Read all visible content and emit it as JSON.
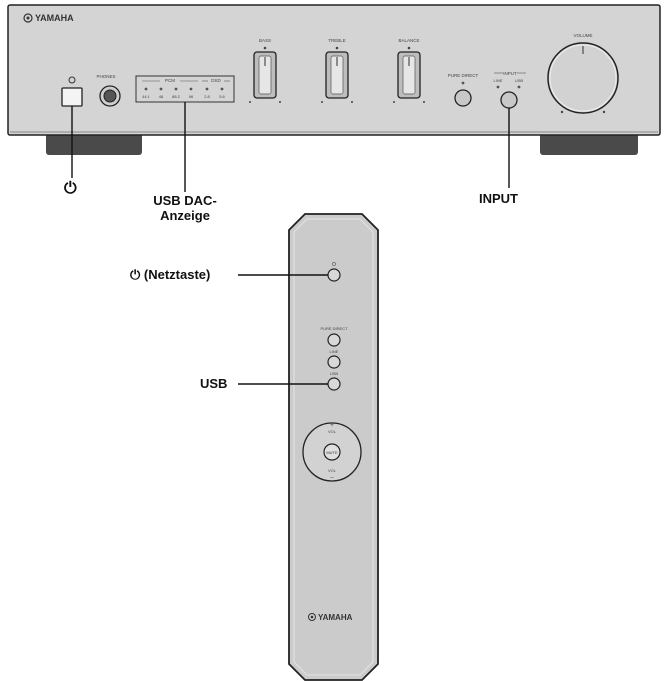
{
  "amplifier": {
    "brand": "YAMAHA",
    "phones_label": "PHONES",
    "usb_dac_indicator": {
      "group_pcm": "PCM",
      "group_dsd": "DSD",
      "rates": [
        "44.1",
        "48",
        "88.2",
        "96",
        "2.8",
        "5.6"
      ]
    },
    "knobs": [
      "BASS",
      "TREBLE",
      "BALANCE"
    ],
    "pure_direct_label": "PURE DIRECT",
    "input_group_label": "INPUT",
    "input_options": [
      "LINE",
      "USB"
    ],
    "volume_label": "VOLUME"
  },
  "remote": {
    "buttons": [
      "PURE DIRECT",
      "LINE",
      "USB"
    ],
    "vol_up": "VOL",
    "vol_down": "VOL",
    "mute": "MUTE",
    "brand": "YAMAHA"
  },
  "callouts": {
    "power": "⏻",
    "usb_dac_line1": "USB DAC-",
    "usb_dac_line2": "Anzeige",
    "input": "INPUT",
    "remote_power": "⏻ (Netztaste)",
    "remote_usb": "USB"
  }
}
